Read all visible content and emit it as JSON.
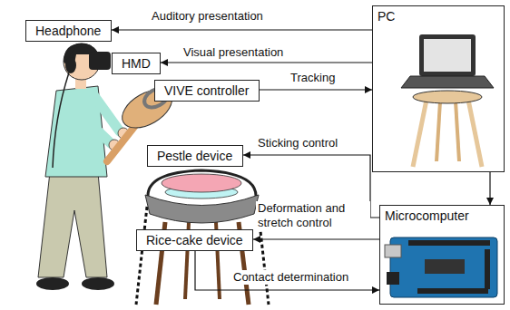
{
  "diagram": {
    "nodes": [
      {
        "text": [
          "Headphone"
        ]
      },
      {
        "text": [
          "PC"
        ]
      },
      {
        "text": [
          "HMD"
        ]
      },
      {
        "text": [
          "VIVE controller"
        ]
      },
      {
        "text": [
          "Pestle device"
        ]
      },
      {
        "text": [
          "Rice-cake device"
        ]
      },
      {
        "text": [
          "Microcomputer"
        ]
      }
    ],
    "edges": [
      {
        "from": 1,
        "to": 0,
        "label": "Auditory presentation",
        "arrow": "to"
      },
      {
        "from": 1,
        "to": 2,
        "label": "Visual presentation",
        "arrow": "to"
      },
      {
        "from": 3,
        "to": 1,
        "label": "Tracking",
        "arrow": "to"
      },
      {
        "from": 1,
        "to": 6,
        "arrow": "to"
      },
      {
        "from": 6,
        "to": 4,
        "label": "Sticking control",
        "arrow": "to"
      },
      {
        "from": 6,
        "to": 5,
        "label": "Deformation and stretch control",
        "arrow": "to"
      },
      {
        "from": 5,
        "to": 6,
        "label": "Contact determination",
        "arrow": "to"
      }
    ]
  }
}
